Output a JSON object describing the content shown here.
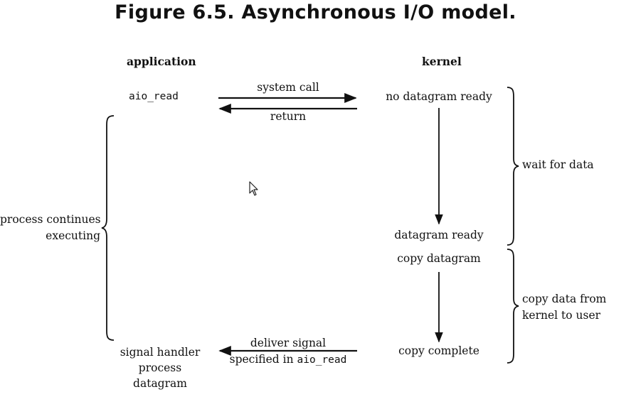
{
  "figure": {
    "title": "Figure 6.5. Asynchronous I/O model."
  },
  "columns": {
    "application": "application",
    "kernel": "kernel"
  },
  "application": {
    "call": "aio_read",
    "handler_line1": "signal handler",
    "handler_line2": "process",
    "handler_line3": "datagram"
  },
  "arrows": {
    "system_call": "system call",
    "return": "return",
    "deliver_line1": "deliver signal",
    "deliver_line2_prefix": "specified in ",
    "deliver_line2_code": "aio_read"
  },
  "kernel": {
    "no_datagram": "no datagram ready",
    "datagram_ready": "datagram ready",
    "copy_datagram": "copy datagram",
    "copy_complete": "copy complete"
  },
  "phases": {
    "process_line1": "process continues",
    "process_line2": "executing",
    "wait": "wait for data",
    "copy_line1": "copy data from",
    "copy_line2": "kernel to user"
  }
}
